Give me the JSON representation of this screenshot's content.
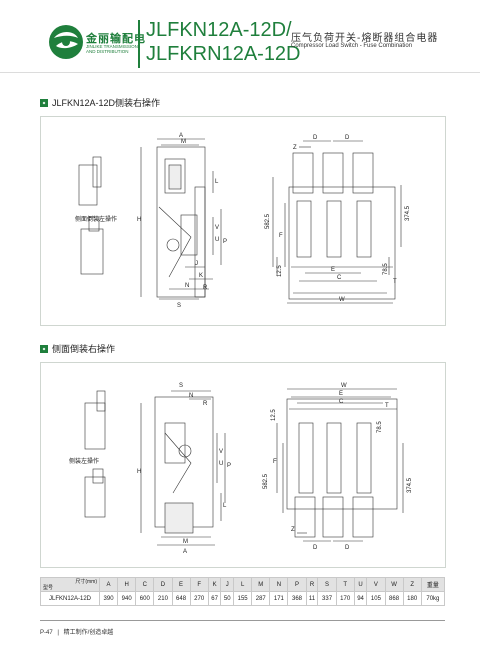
{
  "header": {
    "brand_cn": "金丽输配电",
    "brand_en": "JINLIKE TRANSMISSION AND DISTRIBUTION",
    "model_line1": "JLFKN12A-12D/",
    "model_line2": "JLFKRN12A-12D",
    "product_cn": "压气负荷开关-熔断器组合电器",
    "product_en": "Compressor Load Switch - Fuse Combination"
  },
  "sections": [
    {
      "title": "JLFKN12A-12D侧装右操作",
      "side_label": "侧面倒装左操作"
    },
    {
      "title": "侧面倒装右操作",
      "side_label": "侧装左操作"
    }
  ],
  "dim_labels": {
    "A": "A",
    "M": "M",
    "H": "H",
    "L": "L",
    "V": "V",
    "U": "U",
    "P": "P",
    "J": "J",
    "K": "K",
    "N": "N",
    "R": "R",
    "S": "S",
    "D": "D",
    "Z": "Z",
    "F": "F",
    "E": "E",
    "C": "C",
    "W": "W",
    "T": "T",
    "v5825": "582.5",
    "v3745": "374.5",
    "v125": "12.5",
    "v785": "78.5"
  },
  "table": {
    "corner_top": "尺寸(mm)",
    "corner_bottom": "型号",
    "columns": [
      "A",
      "H",
      "C",
      "D",
      "E",
      "F",
      "K",
      "J",
      "L",
      "M",
      "N",
      "P",
      "R",
      "S",
      "T",
      "U",
      "V",
      "W",
      "Z",
      "重量"
    ],
    "rows": [
      {
        "model": "JLFKN12A-12D",
        "values": [
          "390",
          "940",
          "600",
          "210",
          "648",
          "270",
          "67",
          "50",
          "155",
          "287",
          "171",
          "368",
          "11",
          "337",
          "170",
          "94",
          "105",
          "868",
          "180",
          "70kg"
        ]
      }
    ]
  },
  "footer": {
    "page": "P-47",
    "text": "精工制作/创造卓越"
  },
  "colors": {
    "brand": "#1f7f3c",
    "line": "#333333"
  }
}
